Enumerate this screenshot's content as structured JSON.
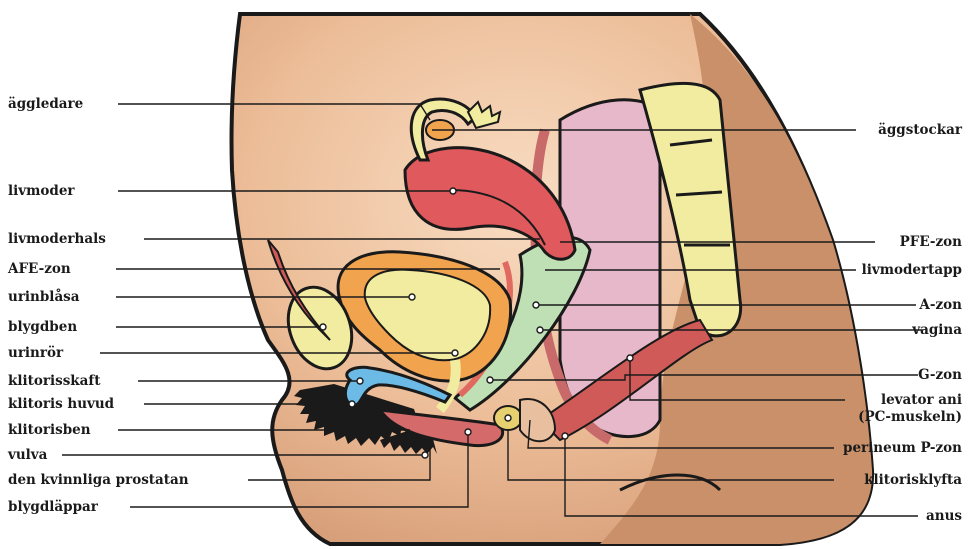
{
  "labels_left": [
    "äggledare",
    "livmoder",
    "livmoderhals",
    "AFE-zon",
    "urinblåsa",
    "blygdben",
    "urinrör",
    "klitorisskaft",
    "klitoris huvud",
    "klitorisben",
    "vulva",
    "den kvinnliga prostatan",
    "blygdläppar"
  ],
  "labels_right": {
    "aggstockar": "äggstockar",
    "pfe": "PFE-zon",
    "livmodertapp": "livmodertapp",
    "azon": "A-zon",
    "vagina": "vagina",
    "gzon": "G-zon",
    "levator_1": "levator ani",
    "levator_2": "(PC-muskeln)",
    "perineum": "perineum P-zon",
    "klitorisklyfta": "klitorisklyfta",
    "anus": "anus"
  },
  "colors": {
    "skin": "#e8b58f",
    "skin_dark": "#c98f66",
    "skin_light": "#f6d8bd",
    "uterus": "#e0595d",
    "bone": "#f1ec9f",
    "bladder_orange": "#f2a34e",
    "clitoris_blue": "#6bbbe6",
    "vagina_green": "#bfe0b5",
    "rectum_pink": "#e6b8c9",
    "outline": "#1a1a1a"
  }
}
